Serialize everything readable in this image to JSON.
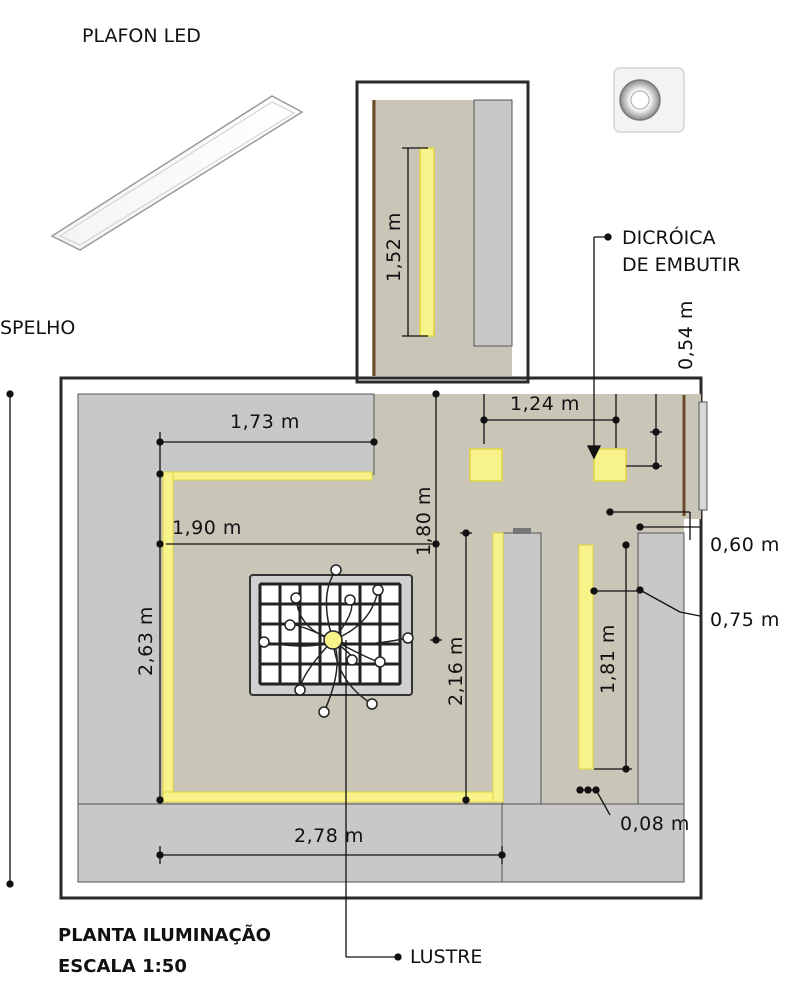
{
  "labels": {
    "plafon": "PLAFON LED",
    "dicroica_1": "DICRÓICA",
    "dicroica_2": "DE EMBUTIR",
    "espelho": "SPELHO",
    "planta_title_1": "PLANTA ILUMINAÇÃO",
    "planta_title_2": "ESCALA 1:50",
    "lustre": "LUSTRE"
  },
  "dimensions": {
    "d_1_52": "1,52 m",
    "d_0_54": "0,54 m",
    "d_1_24": "1,24 m",
    "d_1_73": "1,73 m",
    "d_1_80": "1,80 m",
    "d_1_90": "1,90 m",
    "d_2_63": "2,63 m",
    "d_2_16": "2,16 m",
    "d_1_81": "1,81 m",
    "d_0_60": "0,60 m",
    "d_0_75": "0,75 m",
    "d_0_08": "0,08 m",
    "d_2_78": "2,78 m"
  },
  "colors": {
    "floor": "#c9c6b8",
    "wall": "#2a2a2a",
    "panel": "#c8c8c8",
    "led": "#f7f28a",
    "led_edge": "#e0d640",
    "dimension": "#111111"
  }
}
